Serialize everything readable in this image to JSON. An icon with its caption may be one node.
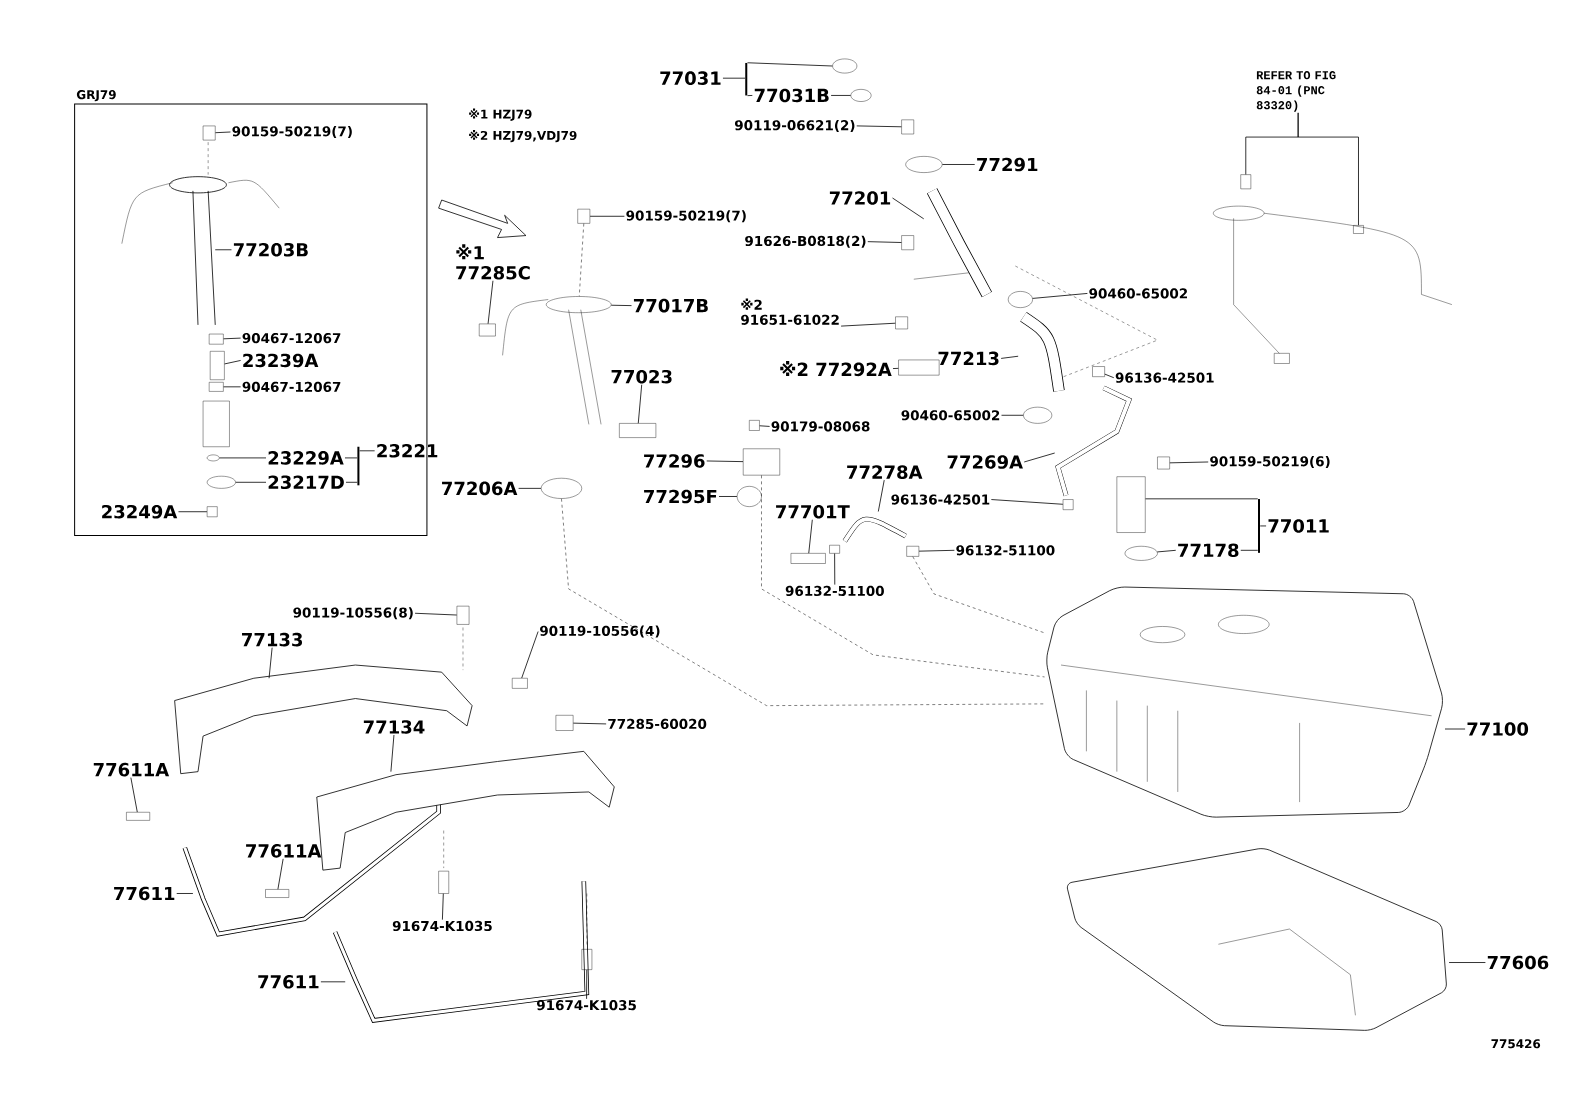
{
  "diagram": {
    "nodes": [
      {
        "text": [
          "GRJ79"
        ]
      },
      {
        "text": [
          "90159-50219(7)"
        ],
        "in": 0
      },
      {
        "text": [
          "77203B"
        ],
        "in": 0
      },
      {
        "text": [
          "90467-12067"
        ],
        "in": 0
      },
      {
        "text": [
          "23239A"
        ],
        "in": 0
      },
      {
        "text": [
          "90467-12067"
        ],
        "in": 0
      },
      {
        "text": [
          "23229A"
        ],
        "in": 0
      },
      {
        "text": [
          "23217D"
        ],
        "in": 0
      },
      {
        "text": [
          "23221"
        ],
        "in": 0
      },
      {
        "text": [
          "23249A"
        ],
        "in": 0
      },
      {
        "text": [
          "90159-50219(7)"
        ]
      },
      {
        "text": [
          "※1",
          "77285C"
        ]
      },
      {
        "text": [
          "77017B"
        ]
      },
      {
        "text": [
          "77023"
        ]
      },
      {
        "text": [
          "77206A"
        ]
      },
      {
        "text": [
          "77296"
        ]
      },
      {
        "text": [
          "77295F"
        ]
      },
      {
        "text": [
          "77031"
        ]
      },
      {
        "text": [
          "77031B"
        ]
      },
      {
        "text": [
          "90119-06621(2)"
        ]
      },
      {
        "text": [
          "77291"
        ]
      },
      {
        "text": [
          "77201"
        ]
      },
      {
        "text": [
          "91626-B0818(2)"
        ]
      },
      {
        "text": [
          "※2",
          "91651-61022"
        ]
      },
      {
        "text": [
          "※2",
          "77292A"
        ]
      },
      {
        "text": [
          "90179-08068"
        ]
      },
      {
        "text": [
          "77278A"
        ]
      },
      {
        "text": [
          "77701T"
        ]
      },
      {
        "text": [
          "96132-51100"
        ]
      },
      {
        "text": [
          "96132-51100"
        ]
      },
      {
        "text": [
          "90460-65002"
        ]
      },
      {
        "text": [
          "77213"
        ]
      },
      {
        "text": [
          "96136-42501"
        ]
      },
      {
        "text": [
          "90460-65002"
        ]
      },
      {
        "text": [
          "77269A"
        ]
      },
      {
        "text": [
          "96136-42501"
        ]
      },
      {
        "text": [
          "REFER TO FIG 84-01 (PNC 83320)"
        ]
      },
      {
        "text": [
          "90159-50219(6)"
        ]
      },
      {
        "text": [
          "77011"
        ]
      },
      {
        "text": [
          "77178"
        ]
      },
      {
        "text": [
          "77100"
        ]
      },
      {
        "text": [
          "77606"
        ]
      },
      {
        "text": [
          "90119-10556(8)"
        ]
      },
      {
        "text": [
          "77133"
        ]
      },
      {
        "text": [
          "90119-10556(4)"
        ]
      },
      {
        "text": [
          "77285-60020"
        ]
      },
      {
        "text": [
          "77134"
        ]
      },
      {
        "text": [
          "77611A"
        ]
      },
      {
        "text": [
          "77611A"
        ]
      },
      {
        "text": [
          "77611"
        ]
      },
      {
        "text": [
          "91674-K1035"
        ]
      },
      {
        "text": [
          "77611"
        ]
      },
      {
        "text": [
          "91674-K1035"
        ]
      },
      {
        "text": [],
        "shape": "box",
        "in": 0
      },
      {
        "text": [],
        "shape": "box",
        "in": 0
      },
      {
        "text": [],
        "shape": "box",
        "in": 0
      },
      {
        "text": [],
        "shape": "box",
        "in": 0
      },
      {
        "text": [],
        "shape": "circle",
        "in": 0
      },
      {
        "text": [],
        "shape": "circle",
        "in": 0
      },
      {
        "text": [],
        "shape": "bar",
        "in": 0
      },
      {
        "text": [],
        "shape": "box",
        "in": 0
      },
      {
        "text": [],
        "shape": "box"
      },
      {
        "text": [],
        "shape": "box"
      },
      {
        "text": [],
        "shape": "circle"
      },
      {
        "text": [],
        "shape": "box"
      },
      {
        "text": [],
        "shape": "circle"
      },
      {
        "text": [],
        "shape": "box"
      },
      {
        "text": [],
        "shape": "circle"
      },
      {
        "text": [],
        "shape": "bar"
      },
      {
        "text": [],
        "shape": "circle"
      },
      {
        "text": [],
        "shape": "circle"
      },
      {
        "text": [],
        "shape": "box"
      },
      {
        "text": [],
        "shape": "circle"
      },
      {
        "text": [],
        "shape": "picture"
      },
      {
        "text": [],
        "shape": "box"
      },
      {
        "text": [],
        "shape": "box"
      },
      {
        "text": [],
        "shape": "box"
      },
      {
        "text": [],
        "shape": "box"
      },
      {
        "text": [],
        "shape": "picture"
      },
      {
        "text": [],
        "shape": "box"
      },
      {
        "text": [],
        "shape": "box"
      },
      {
        "text": [],
        "shape": "box"
      },
      {
        "text": [],
        "shape": "circle"
      },
      {
        "text": [],
        "shape": "picture"
      },
      {
        "text": [],
        "shape": "box"
      },
      {
        "text": [],
        "shape": "circle"
      },
      {
        "text": [],
        "shape": "picture"
      },
      {
        "text": [],
        "shape": "box"
      },
      {
        "text": [],
        "shape": "box"
      },
      {
        "text": [],
        "shape": "box"
      },
      {
        "text": [],
        "shape": "box"
      },
      {
        "text": [],
        "shape": "bar"
      },
      {
        "text": [],
        "shape": "box"
      },
      {
        "text": [],
        "shape": "circle"
      },
      {
        "text": [],
        "shape": "picture"
      },
      {
        "text": [],
        "shape": "picture"
      },
      {
        "text": [],
        "shape": "box"
      },
      {
        "text": [],
        "shape": "box"
      },
      {
        "text": [],
        "shape": "box"
      },
      {
        "text": [],
        "shape": "box"
      },
      {
        "text": [],
        "shape": "box"
      },
      {
        "text": [],
        "shape": "box"
      },
      {
        "text": [],
        "shape": "box"
      }
    ],
    "edges": [
      {
        "from": 1,
        "to": 53,
        "arrow": "none"
      },
      {
        "from": 2,
        "to": null,
        "arrow": "none"
      },
      {
        "from": 3,
        "to": 54,
        "arrow": "none"
      },
      {
        "from": 4,
        "to": 55,
        "arrow": "none"
      },
      {
        "from": 5,
        "to": 56,
        "arrow": "none"
      },
      {
        "from": 6,
        "to": 57,
        "arrow": "none"
      },
      {
        "from": 6,
        "to": 59,
        "arrow": "none"
      },
      {
        "from": 7,
        "to": 58,
        "arrow": "none"
      },
      {
        "from": 7,
        "to": 59,
        "arrow": "none"
      },
      {
        "from": 8,
        "to": 59,
        "arrow": "none"
      },
      {
        "from": 9,
        "to": 60,
        "arrow": "none"
      },
      {
        "from": 10,
        "to": 61,
        "arrow": "none"
      },
      {
        "from": 11,
        "to": 62,
        "arrow": "none"
      },
      {
        "from": 12,
        "to": 63,
        "arrow": "none"
      },
      {
        "from": 13,
        "to": 64,
        "arrow": "none"
      },
      {
        "from": 14,
        "to": 65,
        "arrow": "none"
      },
      {
        "from": 15,
        "to": 66,
        "arrow": "none"
      },
      {
        "from": 16,
        "to": 67,
        "arrow": "none"
      },
      {
        "from": 17,
        "to": 68,
        "arrow": "none"
      },
      {
        "from": 68,
        "to": 69,
        "arrow": "none"
      },
      {
        "from": 68,
        "to": 18,
        "arrow": "none"
      },
      {
        "from": 18,
        "to": 70,
        "arrow": "none"
      },
      {
        "from": 19,
        "to": 71,
        "arrow": "none"
      },
      {
        "from": 20,
        "to": 72,
        "arrow": "none"
      },
      {
        "from": 21,
        "to": 73,
        "arrow": "none"
      },
      {
        "from": 22,
        "to": 74,
        "arrow": "none"
      },
      {
        "from": 23,
        "to": 76,
        "arrow": "none"
      },
      {
        "from": 24,
        "to": 77,
        "arrow": "none"
      },
      {
        "from": 25,
        "to": 75,
        "arrow": "none"
      },
      {
        "from": 26,
        "to": 78,
        "arrow": "none"
      },
      {
        "from": 27,
        "to": 79,
        "arrow": "none"
      },
      {
        "from": 28,
        "to": 80,
        "arrow": "none"
      },
      {
        "from": 29,
        "to": 81,
        "arrow": "none"
      },
      {
        "from": 30,
        "to": 82,
        "arrow": "none"
      },
      {
        "from": 31,
        "to": 83,
        "arrow": "none"
      },
      {
        "from": 32,
        "to": 84,
        "arrow": "none"
      },
      {
        "from": 33,
        "to": 85,
        "arrow": "none"
      },
      {
        "from": 34,
        "to": 86,
        "arrow": "none"
      },
      {
        "from": 35,
        "to": 87,
        "arrow": "none"
      },
      {
        "from": 36,
        "to": 88,
        "arrow": "none"
      },
      {
        "from": 36,
        "to": 89,
        "arrow": "none"
      },
      {
        "from": 37,
        "to": 90,
        "arrow": "none"
      },
      {
        "from": 38,
        "to": 91,
        "arrow": "none"
      },
      {
        "from": 91,
        "to": 92,
        "arrow": "none"
      },
      {
        "from": 39,
        "to": 93,
        "arrow": "none"
      },
      {
        "from": 39,
        "to": 91,
        "arrow": "none"
      },
      {
        "from": 40,
        "to": 94,
        "arrow": "none"
      },
      {
        "from": 41,
        "to": 95,
        "arrow": "none"
      },
      {
        "from": 42,
        "to": 96,
        "arrow": "none"
      },
      {
        "from": 43,
        "to": null,
        "arrow": "none"
      },
      {
        "from": 44,
        "to": 97,
        "arrow": "none"
      },
      {
        "from": 45,
        "to": 98,
        "arrow": "none"
      },
      {
        "from": 46,
        "to": null,
        "arrow": "none"
      },
      {
        "from": 47,
        "to": 99,
        "arrow": "none"
      },
      {
        "from": 48,
        "to": 100,
        "arrow": "none"
      },
      {
        "from": 49,
        "to": null,
        "arrow": "none"
      },
      {
        "from": 50,
        "to": 101,
        "arrow": "none"
      },
      {
        "from": 51,
        "to": null,
        "arrow": "none"
      },
      {
        "from": 52,
        "to": 102,
        "arrow": "none"
      },
      {
        "from": 61,
        "to": 63,
        "arrow": "none",
        "style": "dashed"
      },
      {
        "from": 65,
        "to": 94,
        "arrow": "none",
        "style": "dashed"
      },
      {
        "from": 66,
        "to": 94,
        "arrow": "none",
        "style": "dashed"
      },
      {
        "from": 81,
        "to": 94,
        "arrow": "none",
        "style": "dashed"
      }
    ],
    "labels": [
      "※1 HZJ79",
      "※2 HZJ79,VDJ79",
      "775426"
    ]
  }
}
